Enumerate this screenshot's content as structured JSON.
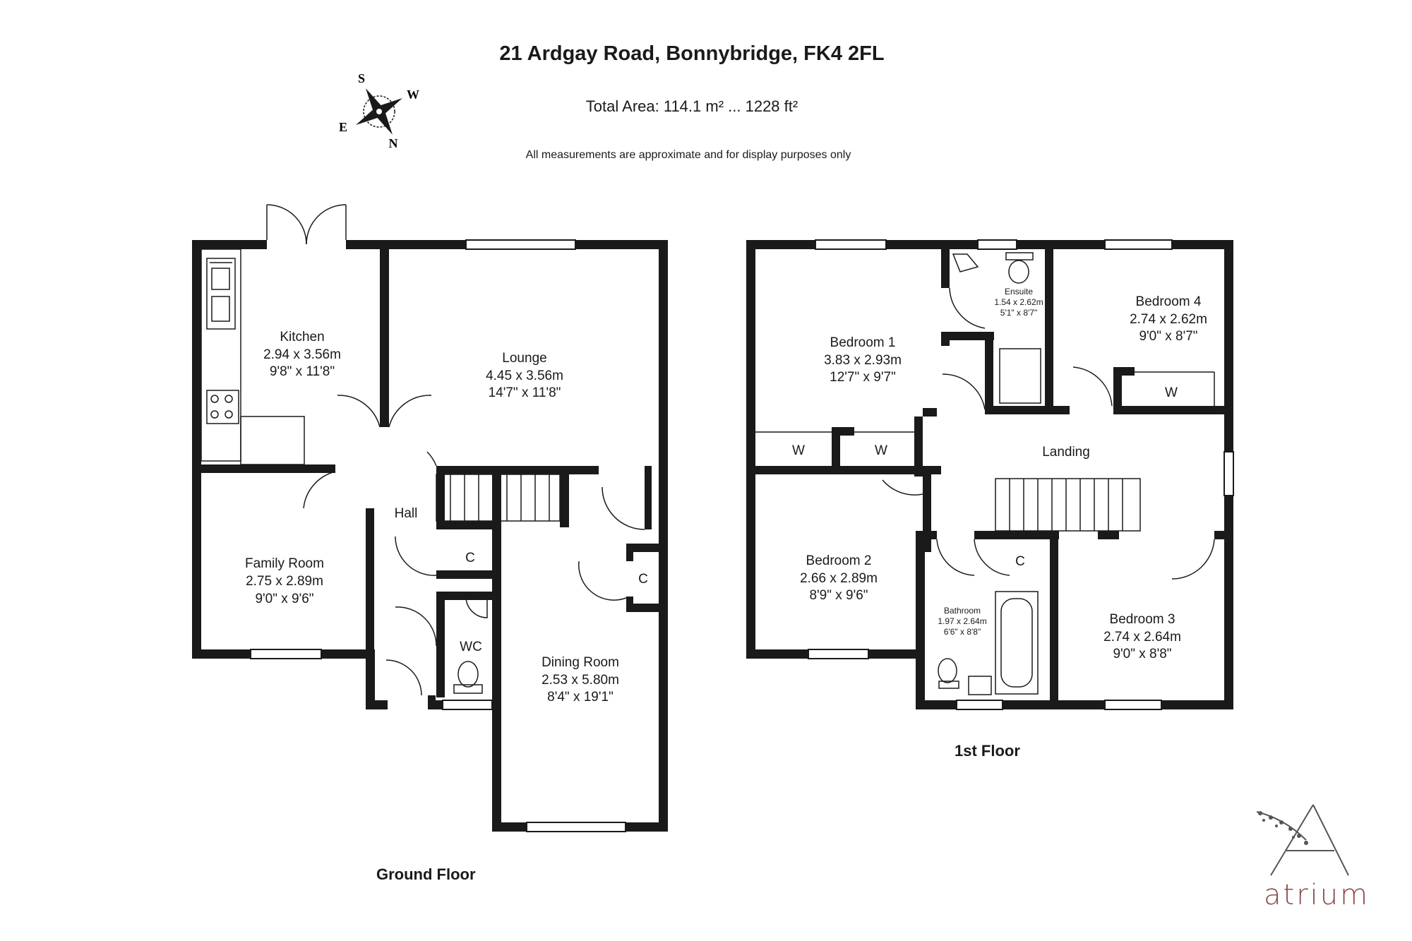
{
  "header": {
    "title": "21 Ardgay Road, Bonnybridge, FK4 2FL",
    "total_area": "Total Area: 114.1 m² ... 1228 ft²",
    "disclaimer": "All measurements are approximate and for display purposes only"
  },
  "compass": {
    "labels": {
      "s": "S",
      "w": "W",
      "e": "E",
      "n": "N"
    }
  },
  "ground_floor": {
    "label": "Ground Floor",
    "rooms": {
      "kitchen": {
        "name": "Kitchen",
        "metric": "2.94 x 3.56m",
        "imperial": "9'8\" x 11'8\""
      },
      "lounge": {
        "name": "Lounge",
        "metric": "4.45 x 3.56m",
        "imperial": "14'7\" x 11'8\""
      },
      "family": {
        "name": "Family Room",
        "metric": "2.75 x 2.89m",
        "imperial": "9'0\" x 9'6\""
      },
      "hall": {
        "name": "Hall"
      },
      "cupboard1": {
        "name": "C"
      },
      "cupboard2": {
        "name": "C"
      },
      "wc": {
        "name": "WC"
      },
      "dining": {
        "name": "Dining Room",
        "metric": "2.53 x 5.80m",
        "imperial": "8'4\" x 19'1\""
      }
    }
  },
  "first_floor": {
    "label": "1st Floor",
    "rooms": {
      "bed1": {
        "name": "Bedroom 1",
        "metric": "3.83 x 2.93m",
        "imperial": "12'7\" x 9'7\""
      },
      "ensuite": {
        "name": "Ensuite",
        "metric": "1.54 x 2.62m",
        "imperial": "5'1\" x 8'7\""
      },
      "bed4": {
        "name": "Bedroom 4",
        "metric": "2.74 x 2.62m",
        "imperial": "9'0\" x 8'7\""
      },
      "w1": {
        "name": "W"
      },
      "w2": {
        "name": "W"
      },
      "w3": {
        "name": "W"
      },
      "landing": {
        "name": "Landing"
      },
      "bed2": {
        "name": "Bedroom 2",
        "metric": "2.66 x 2.89m",
        "imperial": "8'9\" x 9'6\""
      },
      "cupboard": {
        "name": "C"
      },
      "bathroom": {
        "name": "Bathroom",
        "metric": "1.97 x 2.64m",
        "imperial": "6'6\" x 8'8\""
      },
      "bed3": {
        "name": "Bedroom 3",
        "metric": "2.74 x 2.64m",
        "imperial": "9'0\" x 8'8\""
      }
    }
  },
  "logo": {
    "wordmark": "atrium",
    "letter": "A"
  },
  "colors": {
    "wall": "#1a1a1a",
    "logo": "#8a4a4a"
  }
}
